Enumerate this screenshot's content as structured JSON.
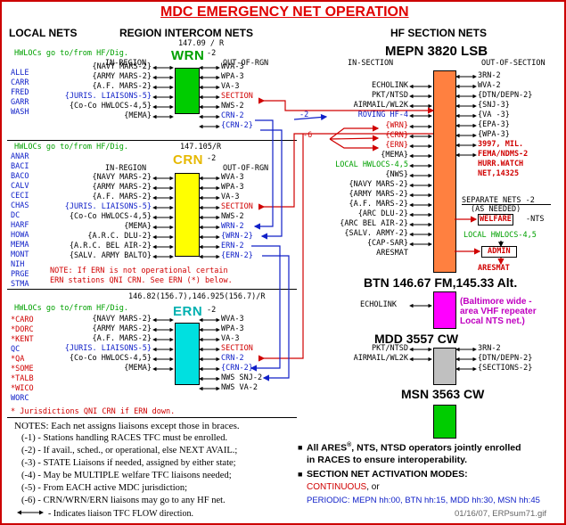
{
  "title": "MDC EMERGENCY NET OPERATION",
  "headers": {
    "local": "LOCAL NETS",
    "region": "REGION INTERCOM NETS",
    "hf": "HF SECTION NETS"
  },
  "colors": {
    "title_red": "#e00000",
    "wrn": "#00cc00",
    "crn": "#ffff00",
    "ern": "#00e0e0",
    "mepn": "#ff8040",
    "btn": "#ff00ff",
    "mdd": "#c0c0c0",
    "msn": "#00cc00",
    "blue": "#1020c8",
    "red": "#d00000"
  },
  "wrn": {
    "freq": "147.09 / R",
    "name": "WRN",
    "suffix": "-2",
    "hwl": "HWLOCs go to/from HF/Dig.",
    "locals": [
      "ALLE",
      "CARR",
      "FRED",
      "GARR",
      "WASH"
    ],
    "in_region_label": "IN-REGION",
    "out_label": "OUT-OF-RGN",
    "left": [
      "{NAVY MARS-2}",
      "{ARMY MARS-2}",
      "{A.F. MARS-2}",
      "{JURIS. LIAISONS-5}",
      "{Co-Co HWLOCS-4,5}",
      "{MEMA}"
    ],
    "right": [
      "WVA-3",
      "WPA-3",
      "VA-3",
      "SECTION",
      "NWS-2",
      "CRN-2",
      "{CRN-2}"
    ]
  },
  "crn": {
    "freq": "147.105/R",
    "name": "CRN",
    "suffix": "-2",
    "hwl": "HWLOCs go to/from HF/Dig.",
    "locals": [
      "ANAR",
      "BACI",
      "BACO",
      "CALV",
      "CECI",
      "CHAS",
      "DC",
      "HARF",
      "HOWA",
      "MEMA",
      "MONT",
      "NIH",
      "PRGE",
      "STMA"
    ],
    "in_region_label": "IN-REGION",
    "out_label": "OUT-OF-RGN",
    "left": [
      "{NAVY MARS-2}",
      "{ARMY MARS-2}",
      "{A.F. MARS-2}",
      "{JURIS. LIAISONS-5}",
      "{Co-Co HWLOCS-4,5}",
      "{MEMA}",
      "{A.R.C. DLU-2}",
      "{A.R.C. BEL AIR-2}",
      "{SALV. ARMY BALTO}"
    ],
    "right": [
      "WVA-3",
      "WPA-3",
      "VA-3",
      "SECTION",
      "NWS-2",
      "WRN-2",
      "{WRN-2}",
      "ERN-2",
      "{ERN-2}"
    ],
    "note1": "NOTE: If ERN is not operational certain",
    "note2": "ERN stations QNI CRN. See ERN (*) below."
  },
  "ern": {
    "freq": "146.82(156.7),146.925(156.7)/R",
    "name": "ERN",
    "suffix": "-2",
    "hwl": "HWLOCs go to/from HF/Dig.",
    "locals": [
      "*CARO",
      "*DORC",
      "*KENT",
      " QC",
      "*QA",
      "*SOME",
      "*TALB",
      "*WICO",
      " WORC"
    ],
    "left": [
      "{NAVY MARS-2}",
      "{ARMY MARS-2}",
      "{A.F. MARS-2}",
      "{JURIS. LIAISONS-5}",
      "{Co-Co HWLOCS-4,5}",
      "{MEMA}"
    ],
    "right": [
      "WVA-3",
      "WPA-3",
      "VA-3",
      "SECTION",
      "CRN-2",
      "{CRN-2}",
      "NWS SNJ-2",
      "NWS VA-2"
    ],
    "juris": "* Jurisdictions QNI CRN if ERN down."
  },
  "mepn": {
    "title": "MEPN 3820 LSB",
    "in_label": "IN-SECTION",
    "out_label": "OUT-OF-SECTION",
    "left": [
      "ECHOLINK",
      "PKT/NTSD",
      "AIRMAIL/WL2K",
      "ROVING HF-4",
      "-2",
      "-6",
      "{WRN}",
      "{CRN}",
      "{ERN}",
      "{MEMA}",
      "LOCAL HWLOCS-4,5",
      "{NWS}",
      "{NAVY MARS-2}",
      "{ARMY MARS-2}",
      "{A.F. MARS-2}",
      "{ARC DLU-2}",
      "{ARC BEL AIR-2}",
      "{SALV. ARMY-2}",
      "{CAP-SAR}",
      "ARESMAT"
    ],
    "right": [
      "3RN-2",
      "WVA-2",
      "{DTN/DEPN-2}",
      "{SNJ-3}",
      "{VA -3}",
      "{EPA-3}",
      "{WPA-3}",
      "3997, MIL.",
      "FEMA/NDMS-2",
      "HURR.WATCH",
      "NET,14325"
    ],
    "sep1": "SEPARATE NETS -2",
    "sep2": "(AS NEEDED)",
    "welfare": "WELFARE",
    "nts": "-NTS",
    "local": "LOCAL HWLOCS-4,5",
    "admin": "ADMIN",
    "aresmat": "ARESMAT"
  },
  "btn": {
    "title": "BTN 146.67 FM,145.33 Alt.",
    "echolink": "ECHOLINK",
    "note": [
      "(Baltimore wide -",
      "area VHF repeater",
      "Local NTS net.)"
    ]
  },
  "mdd": {
    "title": "MDD 3557 CW",
    "left": [
      "PKT/NTSD",
      "AIRMAIL/WL2K"
    ],
    "right": [
      "3RN-2",
      "{DTN/DEPN-2}",
      "{SECTIONS-2}"
    ]
  },
  "msn": {
    "title": "MSN 3563 CW"
  },
  "notes": {
    "head": "NOTES: Each net assigns liaisons except those in braces.",
    "lines": [
      "(-1) - Stations handling RACES TFC must be enrolled.",
      "(-2) - If avail., sched., or operational, else NEXT AVAIL.;",
      "(-3) - STATE Liaisons if needed, assigned by either state;",
      "(-4) - May be MULTIPLE welfare TFC liaisons needed;",
      "(-5) - From EACH active MDC jurisdiction;",
      "(-6) - CRN/WRN/ERN liaisons may go to any HF net."
    ],
    "arrow_note": "- Indicates liaison TFC FLOW direction."
  },
  "bottom": {
    "b1a": "All ARES",
    "b1r": "®",
    "b1b": ", NTS, NTSD operators jointly enrolled",
    "b1c": "in RACES to ensure interoperability.",
    "b2": "SECTION NET ACTIVATION MODES:",
    "continuous": "CONTINUOUS",
    "or": ", or",
    "periodic": "PERIODIC:  MEPN hh:00, BTN hh:15, MDD hh:30, MSN hh:45",
    "footer": "01/16/07, ERPsum71.gif"
  }
}
